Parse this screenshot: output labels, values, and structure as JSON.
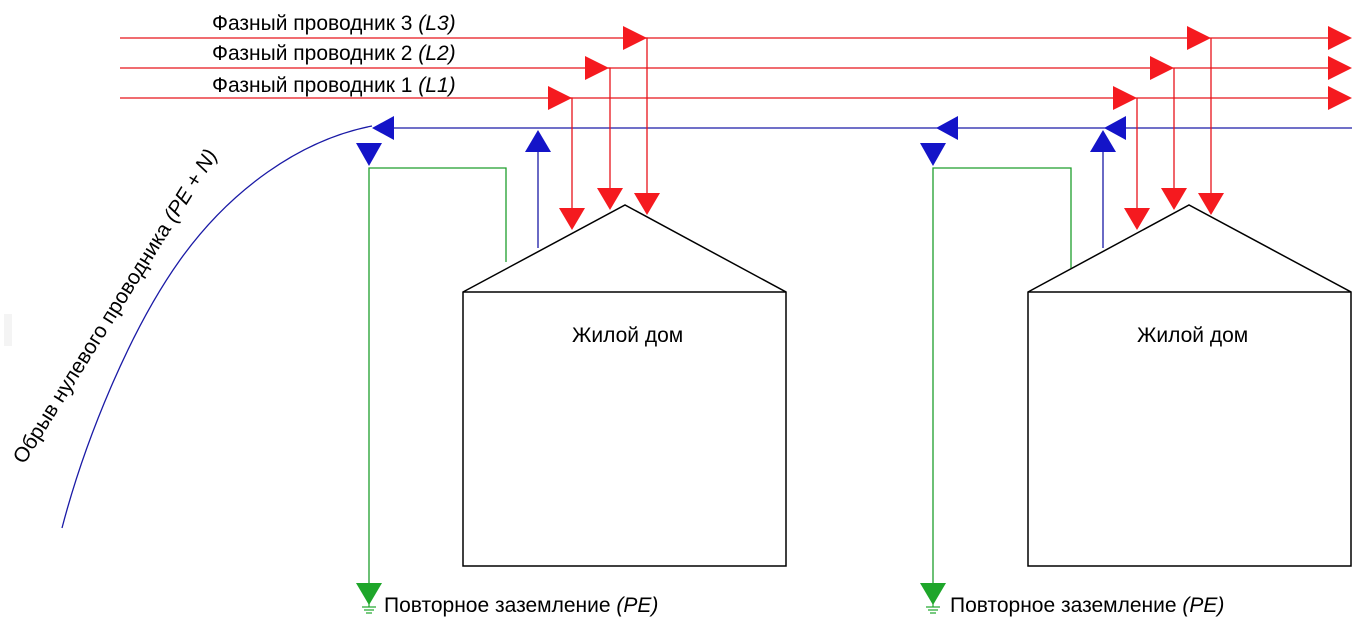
{
  "phase_labels": {
    "l3": {
      "text": "Фазный проводник 3",
      "code": "(L3)"
    },
    "l2": {
      "text": "Фазный проводник 2",
      "code": "(L2)"
    },
    "l1": {
      "text": "Фазный проводник 1",
      "code": "(L1)"
    }
  },
  "break_label": {
    "text": "Обрыв нулевого проводника",
    "code": "(PE + N)"
  },
  "houses": [
    {
      "label": "Жилой дом"
    },
    {
      "label": "Жилой дом"
    }
  ],
  "grounding": [
    {
      "text": "Повторное заземление",
      "code": "(PE)"
    },
    {
      "text": "Повторное заземление",
      "code": "(PE)"
    }
  ],
  "colors": {
    "phase": "#e8141b",
    "neutral": "#1a1aa6",
    "ground": "#1e9e2c",
    "house_outline": "#000000"
  },
  "icons": [
    "arrow-right-icon",
    "arrow-left-icon",
    "arrow-down-icon",
    "arrow-up-icon",
    "ground-icon"
  ]
}
